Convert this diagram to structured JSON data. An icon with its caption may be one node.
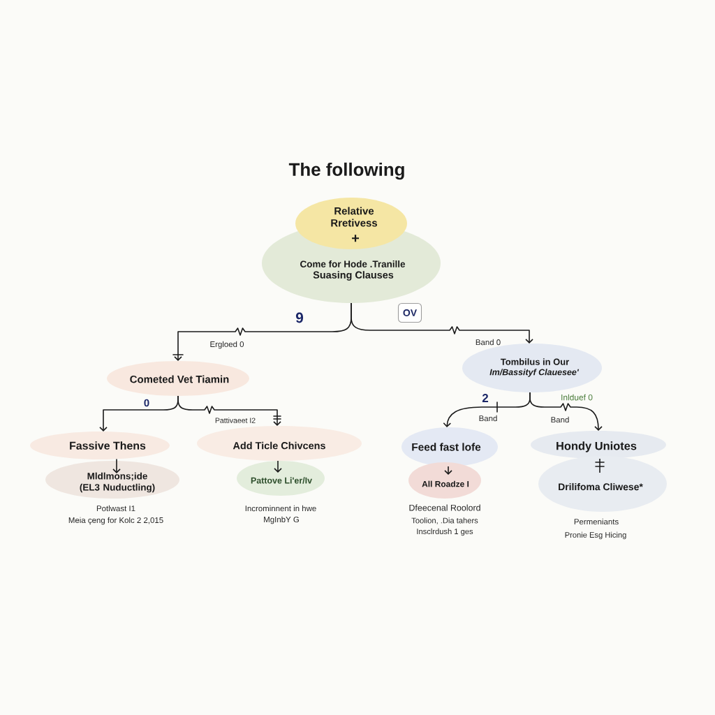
{
  "diagram": {
    "title": "The following",
    "nodes": [
      {
        "text": [
          "Relative Rretivess",
          "+"
        ]
      },
      {
        "text": [
          "Come for Hode .Tranille",
          "Suasing Clauses"
        ]
      },
      {
        "text": [
          "OV"
        ]
      },
      {
        "text": [
          "Cometed Vet Tiamin"
        ]
      },
      {
        "text": [
          "Tombilus in Our",
          "Im/Bassityf Clauesee'"
        ]
      },
      {
        "text": [
          "Fassive Thens"
        ]
      },
      {
        "text": [
          "Mldlmons;ide (EL3 Nuductling)"
        ],
        "beside": [
          "Potlwast I1",
          "Meia çeng for Kolc 2 2,015"
        ]
      },
      {
        "text": [
          "Add Ticle Chivcens"
        ]
      },
      {
        "text": [
          "Pattove Li'er/Iv"
        ],
        "beside": [
          "Incrominnent in hwe",
          "MgInbY G"
        ]
      },
      {
        "text": [
          "Feed fast lofe"
        ]
      },
      {
        "text": [
          "All Roadze I"
        ],
        "beside": [
          "Dfeecenal Roolord",
          "Toolion, .Dia tahers",
          "Insclrdush 1 ges"
        ]
      },
      {
        "text": [
          "Hondy Uniotes"
        ]
      },
      {
        "text": [
          "Drilifoma Cliwese*"
        ],
        "beside": [
          "Permeniants",
          "Pronie Esg Hicing"
        ]
      }
    ],
    "edges": [
      {
        "from": 1,
        "to": 3,
        "arrow": "to",
        "label": "Ergloed 0"
      },
      {
        "from": 1,
        "to": 4,
        "arrow": "to",
        "label": "Band 0"
      },
      {
        "from": 3,
        "to": 5,
        "arrow": "to"
      },
      {
        "from": 3,
        "to": 7,
        "arrow": "to",
        "label": "Pattivaeet I2"
      },
      {
        "from": 4,
        "to": 9,
        "arrow": "to",
        "label": "Band"
      },
      {
        "from": 4,
        "to": 11,
        "arrow": "to",
        "label": "Band"
      },
      {
        "from": 5,
        "to": 6,
        "arrow": "to"
      },
      {
        "from": 7,
        "to": 8,
        "arrow": "to"
      },
      {
        "from": 9,
        "to": 10,
        "arrow": "to"
      },
      {
        "from": 11,
        "to": 12,
        "arrow": "none"
      }
    ],
    "labels": [
      "9",
      "0",
      "2",
      "Inlduef 0"
    ]
  }
}
